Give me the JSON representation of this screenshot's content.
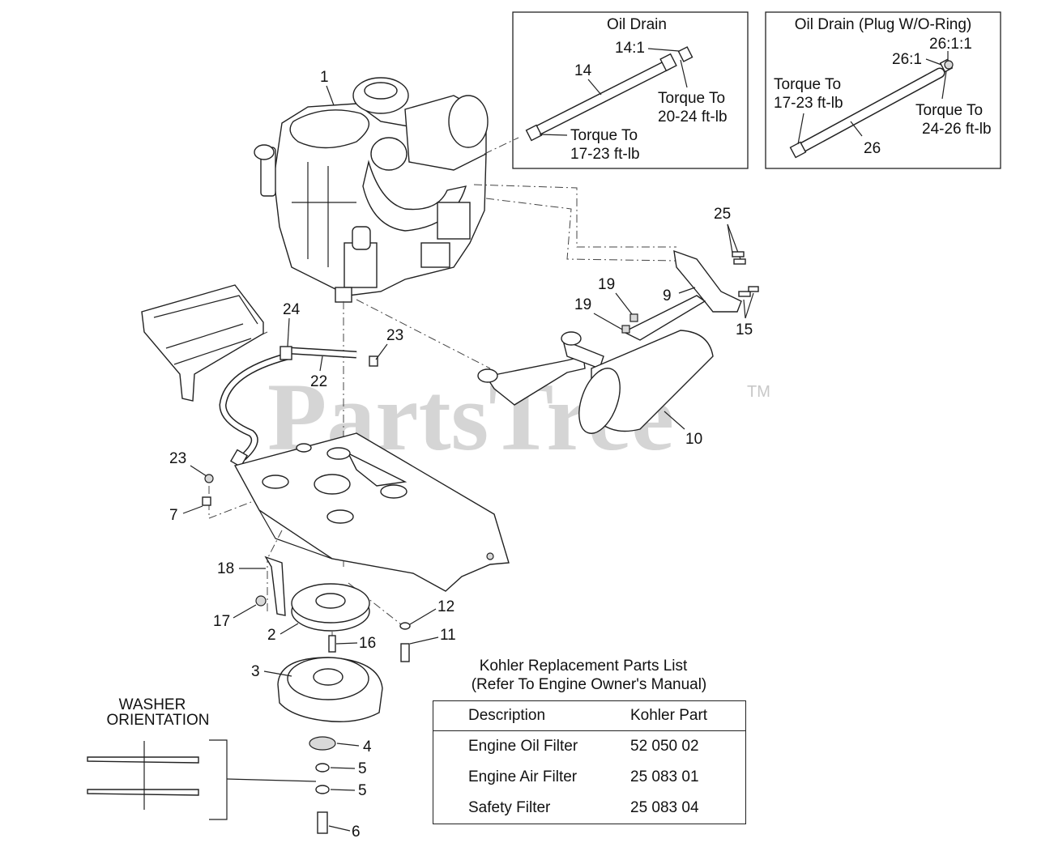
{
  "watermark": {
    "brand": "PartsTree",
    "tm": "TM"
  },
  "insets": {
    "oil_drain": {
      "title": "Oil Drain",
      "callouts": [
        "14",
        "14:1"
      ],
      "torque_plug": [
        "Torque To",
        "20-24 ft-lb"
      ],
      "torque_base": [
        "Torque To",
        "17-23 ft-lb"
      ]
    },
    "oil_drain_oring": {
      "title": "Oil Drain (Plug W/O-Ring)",
      "callouts": [
        "26",
        "26:1",
        "26:1:1"
      ],
      "torque_base": [
        "Torque To",
        "17-23 ft-lb"
      ],
      "torque_plug": [
        "Torque To",
        "24-26 ft-lb"
      ]
    }
  },
  "callouts": {
    "c1": "1",
    "c2": "2",
    "c3": "3",
    "c4": "4",
    "c5a": "5",
    "c5b": "5",
    "c6": "6",
    "c7": "7",
    "c9": "9",
    "c10": "10",
    "c11": "11",
    "c12": "12",
    "c15": "15",
    "c16": "16",
    "c17": "17",
    "c18": "18",
    "c19a": "19",
    "c19b": "19",
    "c22": "22",
    "c23a": "23",
    "c23b": "23",
    "c24": "24",
    "c25": "25"
  },
  "washer_orientation": {
    "line1": "WASHER",
    "line2": "ORIENTATION"
  },
  "parts_list": {
    "title_line1": "Kohler Replacement Parts List",
    "title_line2": "(Refer To Engine Owner's Manual)",
    "headers": [
      "Description",
      "Kohler Part"
    ],
    "rows": [
      {
        "description": "Engine Oil Filter",
        "part": "52 050 02"
      },
      {
        "description": "Engine Air Filter",
        "part": "25 083 01"
      },
      {
        "description": "Safety Filter",
        "part": "25 083 04"
      }
    ]
  }
}
